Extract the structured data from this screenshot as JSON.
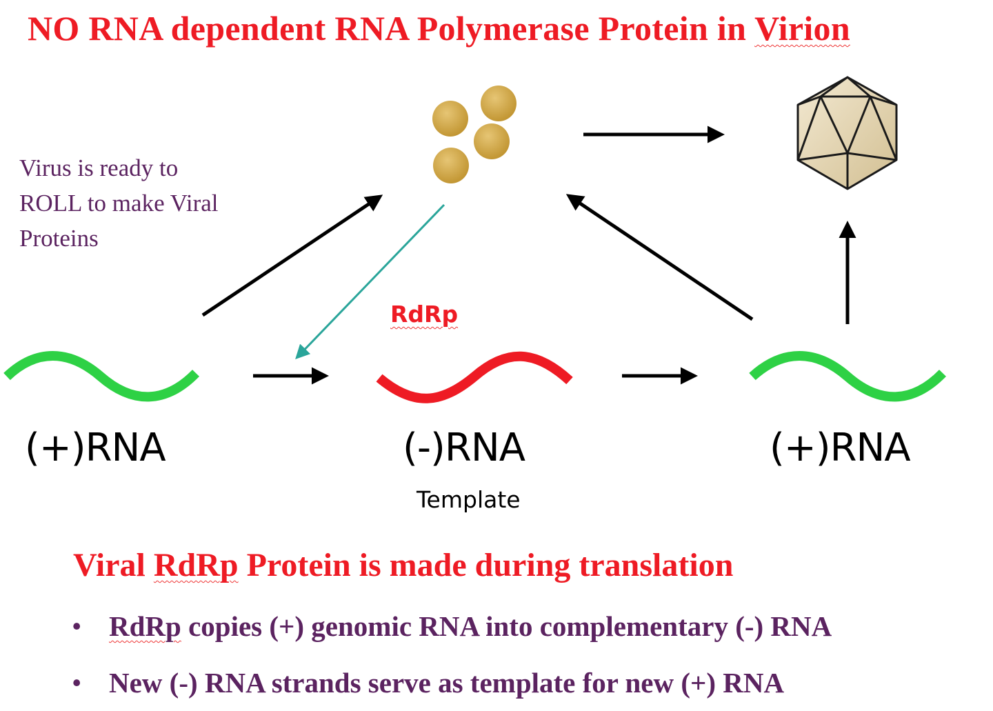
{
  "title": {
    "prefix": "NO RNA dependent RNA Polymerase Protein in ",
    "virion": "Virion"
  },
  "note": {
    "line1": "Virus is ready to",
    "line2": "ROLL to make Viral",
    "line3": "Proteins"
  },
  "rdrp_label": "RdRp",
  "rna_labels": {
    "left": "(+)RNA",
    "middle": "(-)RNA",
    "right": "(+)RNA",
    "template": "Template"
  },
  "subtitle": {
    "prefix": "Viral ",
    "rdrp": "RdRp",
    "suffix": " Protein is made during translation"
  },
  "bullets": [
    {
      "marker": "•",
      "rdrp": "RdRp",
      "text": " copies (+) genomic RNA into complementary (-) RNA"
    },
    {
      "marker": "•",
      "rdrp": "",
      "text": "New (-) RNA strands serve as template for new (+) RNA"
    }
  ],
  "colors": {
    "title_red": "#ee1b24",
    "purple_text": "#5b2360",
    "positive_strand": "#2ed145",
    "negative_strand": "#ee1b24",
    "protein_gold": "#c9a040",
    "capsid_fill": "#e6d7b5",
    "teal_arrow": "#2aa59a"
  },
  "icons": {
    "proteins": "protein-spheres-icon",
    "capsid": "icosahedral-capsid-icon"
  }
}
